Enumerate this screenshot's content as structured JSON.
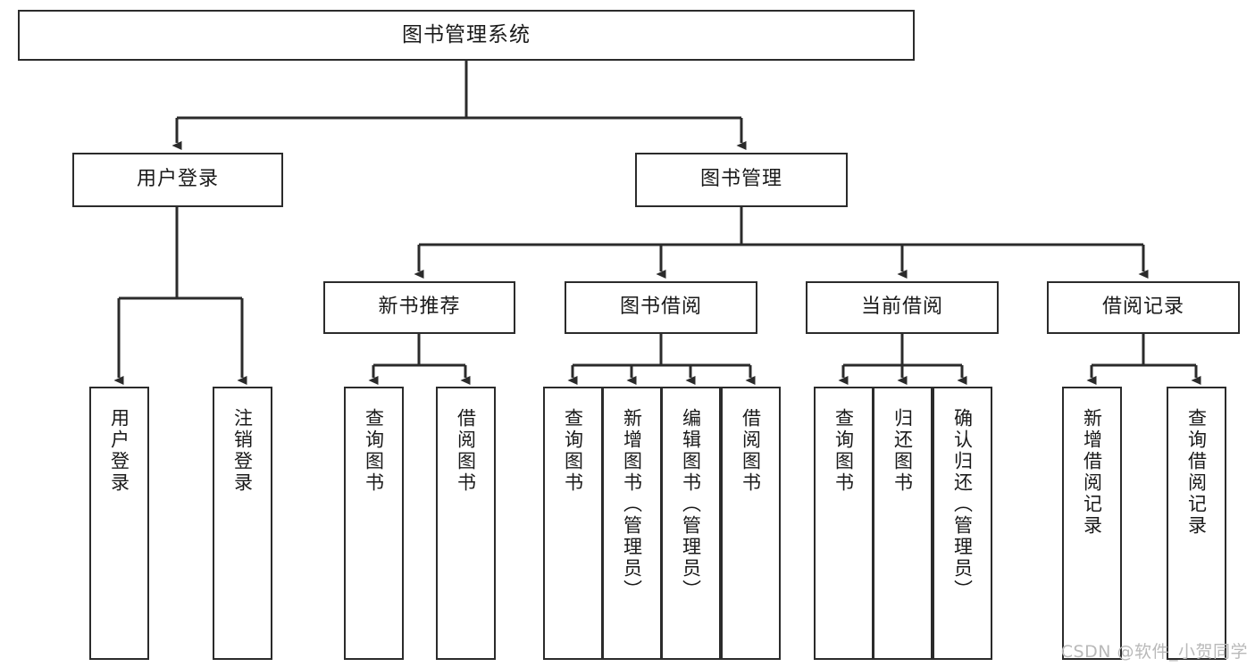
{
  "diagram": {
    "title": "图书管理系统",
    "type": "tree-hierarchy",
    "watermark": "CSDN @软件_小贺同学",
    "colors": {
      "box_border": "#2b2b2b",
      "box_fill": "#ffffff",
      "connector": "#2b2b2b",
      "text": "#1a1a1a",
      "watermark": "#b9b9b9",
      "background": "#ffffff"
    },
    "root": {
      "label": "图书管理系统"
    },
    "level2": [
      {
        "label": "用户登录"
      },
      {
        "label": "图书管理"
      }
    ],
    "level3": [
      {
        "label": "新书推荐"
      },
      {
        "label": "图书借阅"
      },
      {
        "label": "当前借阅"
      },
      {
        "label": "借阅记录"
      }
    ],
    "leaves": {
      "user_login": [
        {
          "label": "用户登录"
        },
        {
          "label": "注销登录"
        }
      ],
      "new_book_recommend": [
        {
          "label": "查询图书"
        },
        {
          "label": "借阅图书"
        }
      ],
      "book_borrow": [
        {
          "label": "查询图书"
        },
        {
          "label": "新增图书（管理员）"
        },
        {
          "label": "编辑图书（管理员）"
        },
        {
          "label": "借阅图书"
        }
      ],
      "current_borrow": [
        {
          "label": "查询图书"
        },
        {
          "label": "归还图书"
        },
        {
          "label": "确认归还（管理员）"
        }
      ],
      "borrow_record": [
        {
          "label": "新增借阅记录"
        },
        {
          "label": "查询借阅记录"
        }
      ]
    }
  }
}
